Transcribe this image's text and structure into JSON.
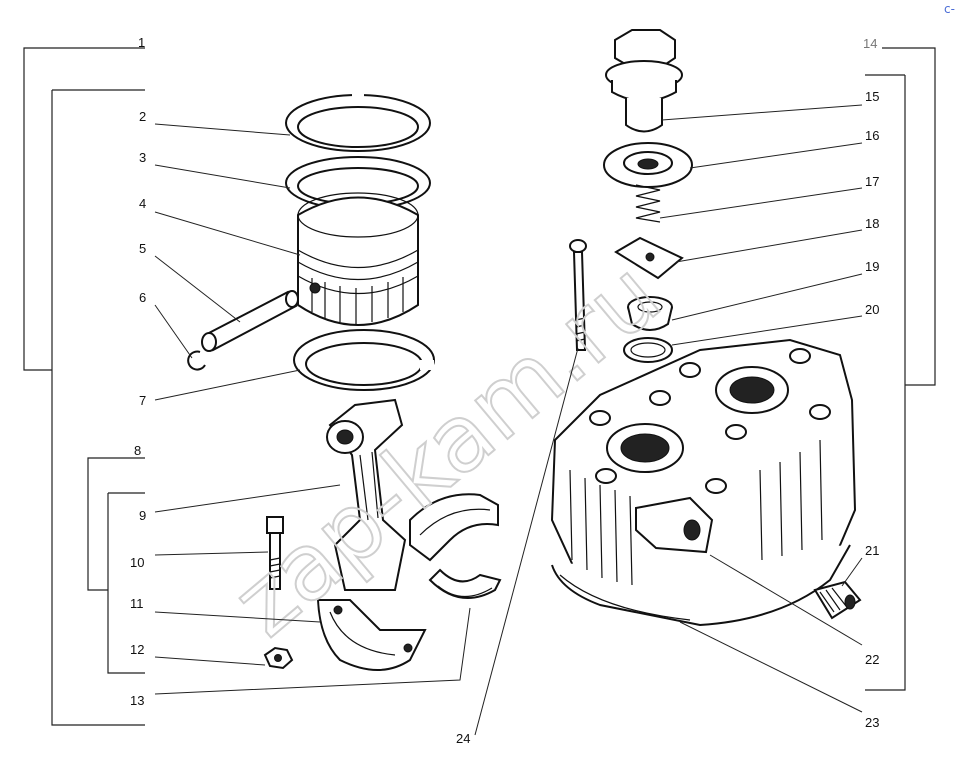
{
  "diagram": {
    "labels": {
      "1": "1",
      "2": "2",
      "3": "3",
      "4": "4",
      "5": "5",
      "6": "6",
      "7": "7",
      "8": "8",
      "9": "9",
      "10": "10",
      "11": "11",
      "12": "12",
      "13": "13",
      "14": "14",
      "15": "15",
      "16": "16",
      "17": "17",
      "18": "18",
      "19": "19",
      "20": "20",
      "21": "21",
      "22": "22",
      "23": "23",
      "24": "24"
    },
    "watermark": "zap-kam.ru",
    "corner_mark": "c-"
  }
}
